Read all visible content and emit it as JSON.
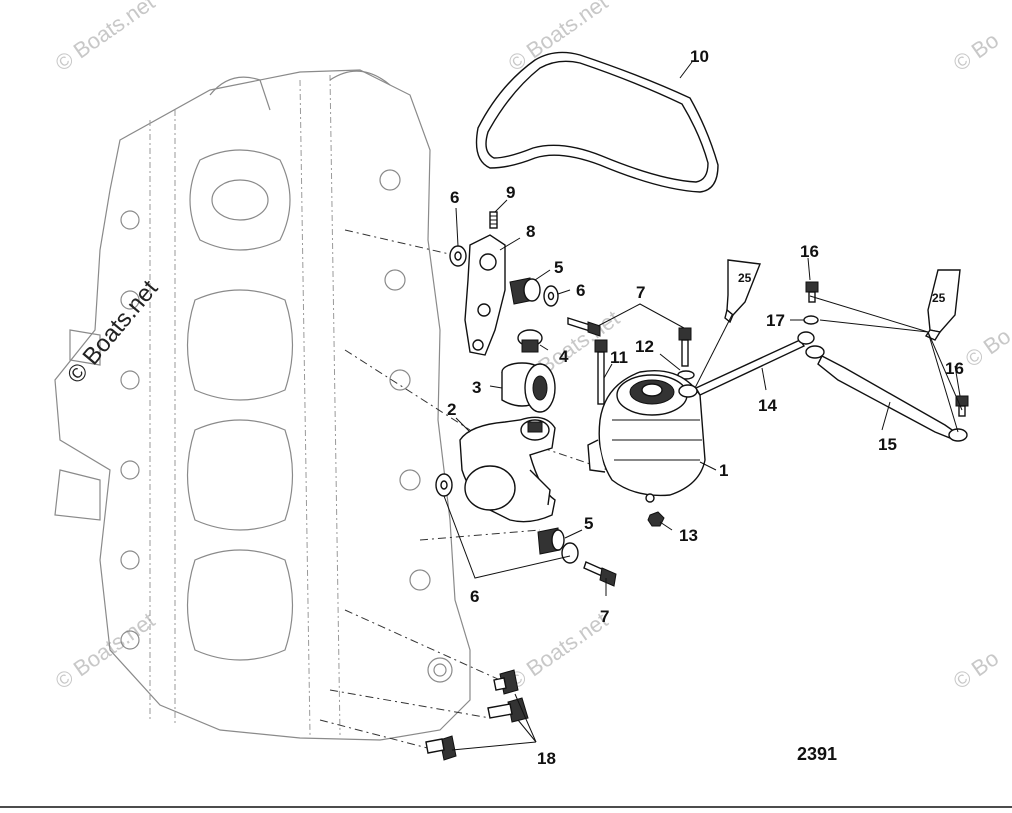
{
  "watermark": {
    "text": "© Boats.net",
    "text_small": "Boats.net",
    "text_clip": "© Bo"
  },
  "figure_number": "2391",
  "callouts": {
    "c1": "1",
    "c2": "2",
    "c3": "3",
    "c4": "4",
    "c5a": "5",
    "c5b": "5",
    "c6a": "6",
    "c6b": "6",
    "c6c": "6",
    "c7a": "7",
    "c7b": "7",
    "c8": "8",
    "c9": "9",
    "c10": "10",
    "c11": "11",
    "c12": "12",
    "c13": "13",
    "c14": "14",
    "c15": "15",
    "c16a": "16",
    "c16b": "16",
    "c17": "17",
    "c18": "18"
  },
  "tubes": {
    "t1": "25",
    "t2": "25"
  }
}
